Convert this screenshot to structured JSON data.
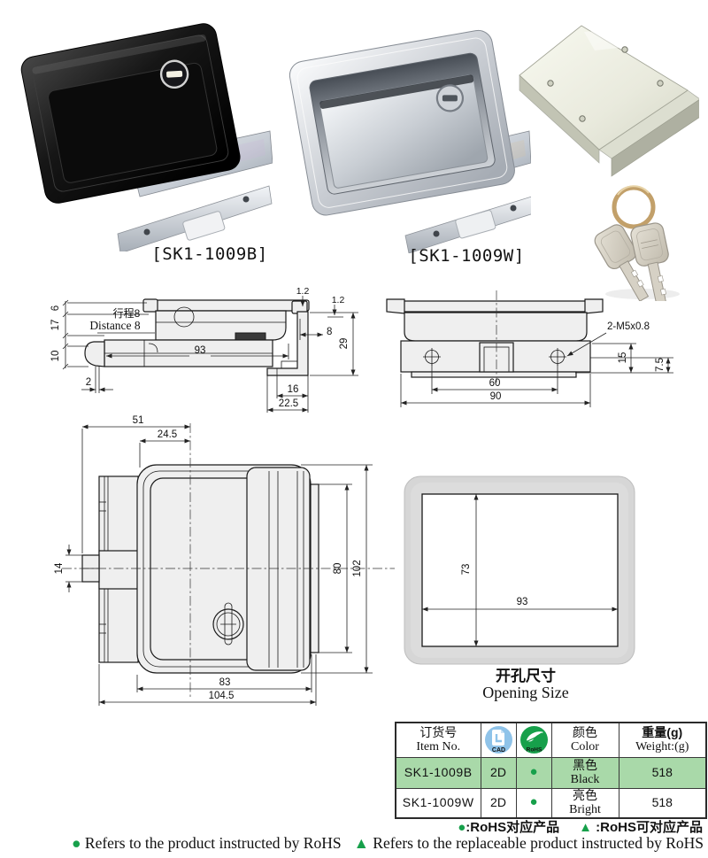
{
  "photos": {
    "black_label": "[SK1-1009B]",
    "chrome_label": "[SK1-1009W]"
  },
  "drawing_side": {
    "dim_6": "6",
    "dim_17": "17",
    "dim_10": "10",
    "dim_2": "2",
    "stroke_cn": "行程8",
    "stroke_en": "Distance 8",
    "dim_93": "93",
    "dim_1_2a": "1.2",
    "dim_1_2b": "1.2",
    "dim_8": "8",
    "dim_29": "29",
    "dim_16": "16",
    "dim_22_5": "22.5"
  },
  "drawing_bottom": {
    "thread": "2-M5x0.8",
    "dim_15": "15",
    "dim_7_5": "7.5",
    "dim_60": "60",
    "dim_90": "90"
  },
  "drawing_front": {
    "dim_51": "51",
    "dim_24_5": "24.5",
    "dim_14": "14",
    "dim_80": "80",
    "dim_102": "102",
    "dim_83": "83",
    "dim_104_5": "104.5"
  },
  "drawing_opening": {
    "dim_73": "73",
    "dim_93": "93",
    "caption_cn": "开孔尺寸",
    "caption_en": "Opening Size"
  },
  "table": {
    "header": {
      "item_cn": "订货号",
      "item_en": "Item No.",
      "cad": "CAD",
      "rohs": "RoHS",
      "color_cn": "颜色",
      "color_en": "Color",
      "weight_cn": "重量(g)",
      "weight_en": "Weight:(g)"
    },
    "rows": [
      {
        "item": "SK1-1009B",
        "cad": "2D",
        "color_cn": "黑色",
        "color_en": "Black",
        "weight": "518"
      },
      {
        "item": "SK1-1009W",
        "cad": "2D",
        "color_cn": "亮色",
        "color_en": "Bright",
        "weight": "518"
      }
    ]
  },
  "footer": {
    "cn_dot": ":RoHS对应产品",
    "cn_tri": ":RoHS可对应产品",
    "en_dot": "Refers to the product instructed by RoHS",
    "en_tri": "Refers to the replaceable product instructed by RoHS"
  },
  "symbols": {
    "dot": "●",
    "triangle": "▲"
  },
  "colors": {
    "accent_green": "#17a04b",
    "row_highlight": "#a9d9a9",
    "cad_blue": "#8fc3e9",
    "line": "#1a1a1a"
  }
}
